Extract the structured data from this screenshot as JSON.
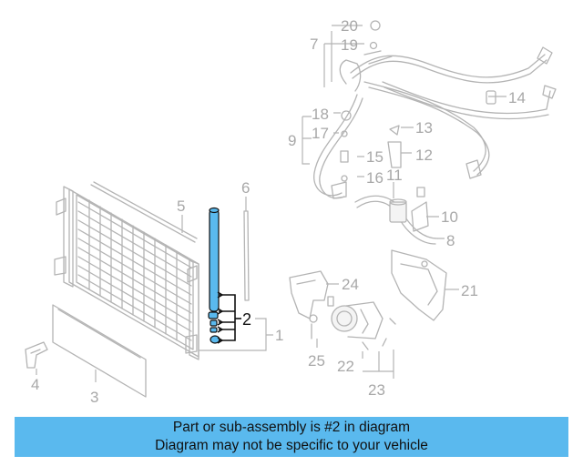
{
  "diagram": {
    "callouts": {
      "c1": "1",
      "c2": "2",
      "c3": "3",
      "c4": "4",
      "c5": "5",
      "c6": "6",
      "c7": "7",
      "c8": "8",
      "c9": "9",
      "c10": "10",
      "c11": "11",
      "c12": "12",
      "c13": "13",
      "c14": "14",
      "c15": "15",
      "c16": "16",
      "c17": "17",
      "c18": "18",
      "c19": "19",
      "c20": "20",
      "c21": "21",
      "c22": "22",
      "c23": "23",
      "c24": "24",
      "c25": "25"
    },
    "highlighted_part": "2",
    "colors": {
      "highlight": "#5ab9ee",
      "line_art": "#b4b4b4",
      "callout_text": "#a8a8a8"
    }
  },
  "banner": {
    "line1": "Part or sub-assembly is #2 in diagram",
    "line2": "Diagram may not be specific to your vehicle"
  }
}
